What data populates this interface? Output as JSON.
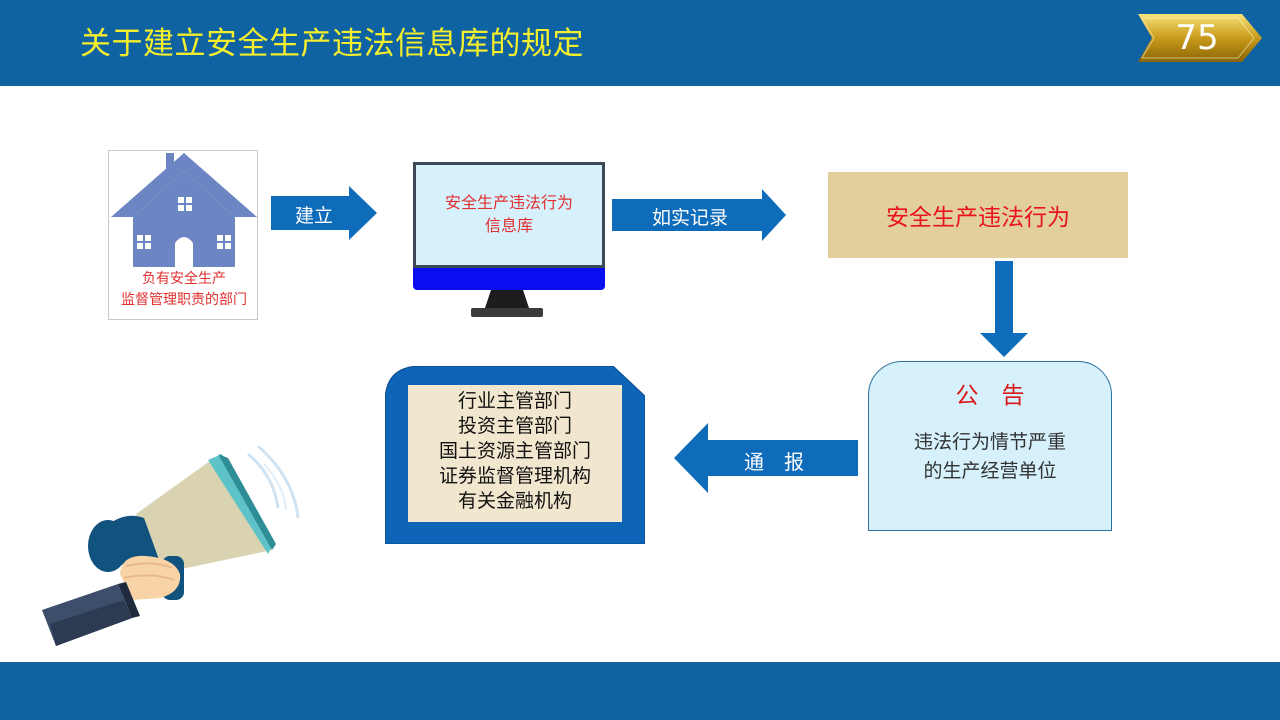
{
  "header": {
    "title": "关于建立安全生产违法信息库的规定",
    "page_number": "75"
  },
  "diagram": {
    "department": {
      "label_line1": "负有安全生产",
      "label_line2": "监督管理职责的部门",
      "icon": "house-icon"
    },
    "arrow_establish": {
      "label": "建立"
    },
    "database": {
      "label_line1": "安全生产违法行为",
      "label_line2": "信息库",
      "icon": "monitor-icon"
    },
    "arrow_record": {
      "label": "如实记录"
    },
    "violation": {
      "label": "安全生产违法行为"
    },
    "notice": {
      "title": "公　告",
      "body_line1": "违法行为情节严重",
      "body_line2": "的生产经营单位"
    },
    "arrow_notify": {
      "label": "通　报"
    },
    "recipients": {
      "items": [
        "行业主管部门",
        "投资主管部门",
        "国土资源主管部门",
        "证券监督管理机构",
        "有关金融机构"
      ]
    },
    "decoration": {
      "icon": "megaphone-icon"
    }
  },
  "colors": {
    "bar_blue": "#0f63a3",
    "title_yellow": "#f5ee2c",
    "arrow_blue": "#0e6cbb",
    "red_text": "#e8131b",
    "tan_box": "#e3cf9c",
    "light_cyan": "#d6f1fb"
  }
}
